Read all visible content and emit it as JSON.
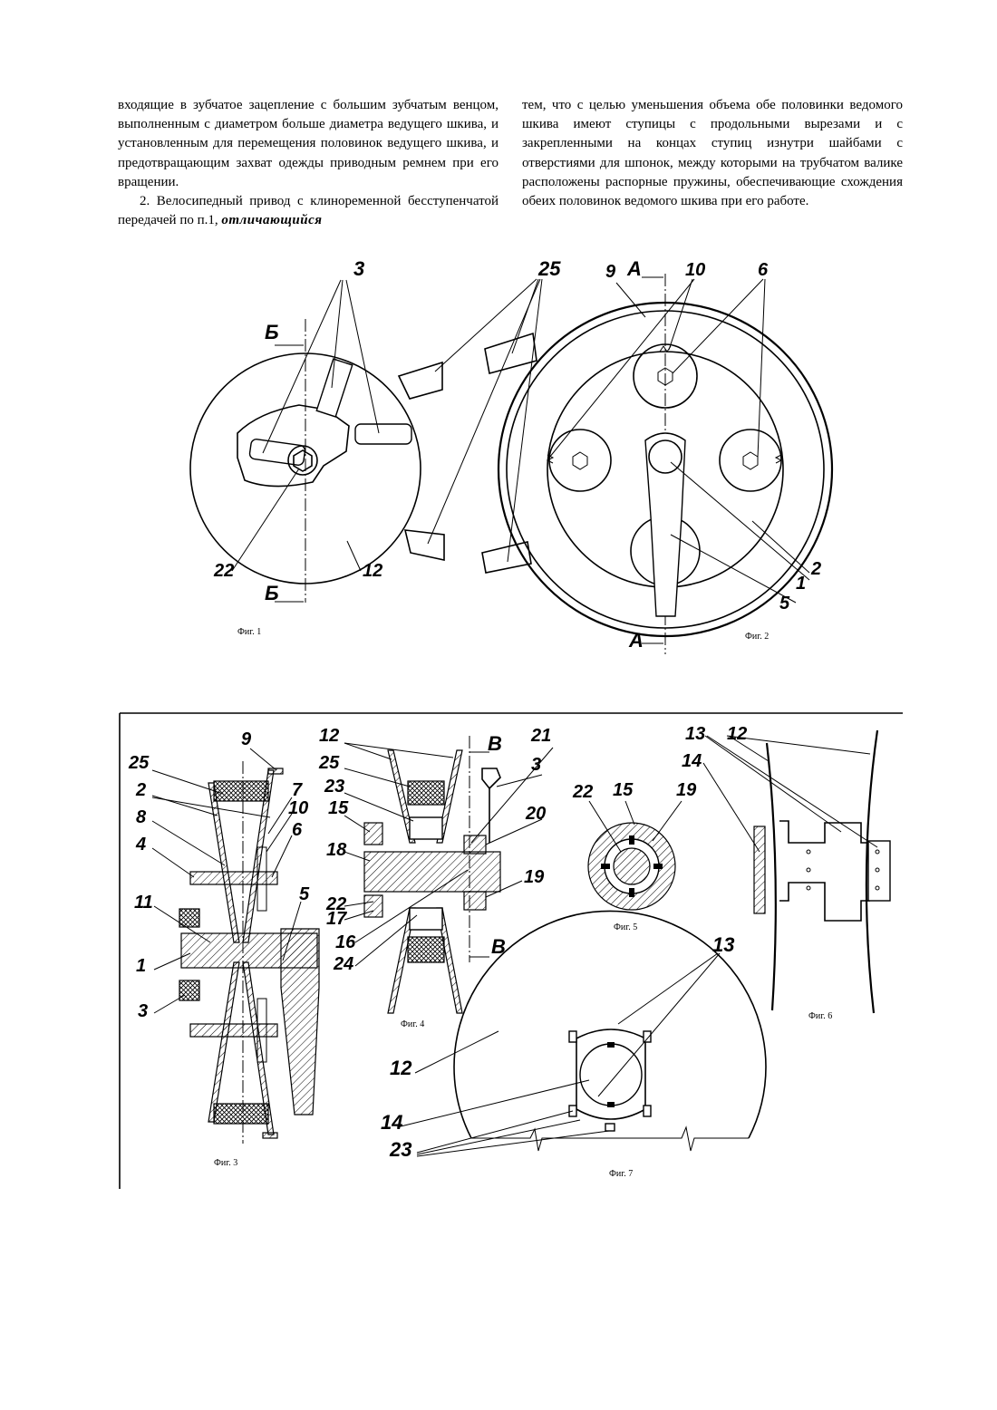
{
  "text": {
    "left_p1": "входящие в зубчатое зацепление с большим зубчатым венцом, выполненным с диаметром больше диаметра ведущего шкива, и установленным для перемещения половинок ведущего шкива, и предотвращающим захват одежды приводным ремнем при его вращении.",
    "left_p2_start": "2. Велосипедный привод с клиноременной бесступенчатой передачей по п.1,",
    "left_p2_emph": "отличающийся",
    "right_p": "тем, что с целью уменьшения объема обе половинки ведомого шкива имеют ступицы с продольными вырезами и с закрепленными на концах ступиц изнутри шайбами с отверстиями для шпонок, между которыми на трубчатом валике расположены распорные пружины, обеспечивающие схождения обеих половинок ведомого шкива при его работе."
  },
  "figures": {
    "fig1": {
      "caption": "Фиг. 1",
      "labels": {
        "l3": "3",
        "lB_top": "Б",
        "lB_bot": "Б",
        "l22": "22",
        "l12": "12"
      }
    },
    "fig2": {
      "caption": "Фиг. 2",
      "labels": {
        "l25": "25",
        "l9": "9",
        "lA_top": "А",
        "lA_bot": "А",
        "l10": "10",
        "l6": "6",
        "l1": "1",
        "l2": "2",
        "l5": "5"
      }
    },
    "fig3": {
      "caption": "Фиг. 3",
      "labels": {
        "l9": "9",
        "l25": "25",
        "l2": "2",
        "l7": "7",
        "l8": "8",
        "l10": "10",
        "l6": "6",
        "l4": "4",
        "l5": "5",
        "l11": "11",
        "l1": "1",
        "l3": "3"
      }
    },
    "fig4": {
      "caption": "Фиг. 4",
      "labels": {
        "l12": "12",
        "l21": "21",
        "lV_top": "В",
        "l25": "25",
        "l3": "3",
        "l23": "23",
        "l15": "15",
        "l20": "20",
        "l18": "18",
        "l19": "19",
        "l22": "22",
        "l17": "17",
        "l16": "16",
        "l24": "24",
        "lV_bot": "В"
      }
    },
    "fig5": {
      "caption": "Фиг. 5",
      "labels": {
        "l22": "22",
        "l15": "15",
        "l19": "19"
      }
    },
    "fig6": {
      "caption": "Фиг. 6",
      "labels": {
        "l13": "13",
        "l12": "12",
        "l14": "14"
      }
    },
    "fig7": {
      "caption": "Фиг. 7",
      "labels": {
        "l13": "13",
        "l12": "12",
        "l14": "14",
        "l23": "23"
      }
    }
  }
}
